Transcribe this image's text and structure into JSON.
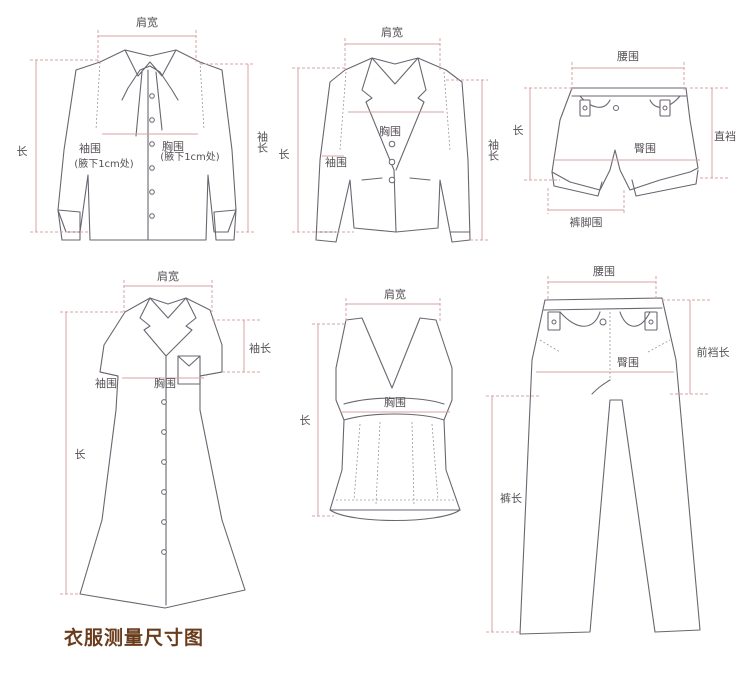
{
  "title": "衣服测量尺寸图",
  "colors": {
    "outline": "#6a6670",
    "measure": "#d8a0a6",
    "text": "#555055",
    "title": "#6a3c1c"
  },
  "shirt": {
    "shoulder": "肩宽",
    "length": "长",
    "sleeve_length": "袖长",
    "cuff": "袖围",
    "cuff_note": "(腋下1cm处)",
    "chest": "胸围",
    "chest_note": "(腋下1cm处)"
  },
  "blazer": {
    "shoulder": "肩宽",
    "length": "长",
    "sleeve_length": "袖长",
    "cuff": "袖围",
    "chest": "胸围"
  },
  "shorts": {
    "waist": "腰围",
    "length": "长",
    "rise": "直裆",
    "hip": "臀围",
    "leg_opening": "裤脚围"
  },
  "dress": {
    "shoulder": "肩宽",
    "sleeve_length": "袖长",
    "cuff": "袖围",
    "chest": "胸围",
    "length": "长"
  },
  "vest": {
    "shoulder": "肩宽",
    "chest": "胸围",
    "length": "长"
  },
  "pants": {
    "waist": "腰围",
    "front_rise": "前裆长",
    "hip": "臀围",
    "length": "裤长"
  }
}
